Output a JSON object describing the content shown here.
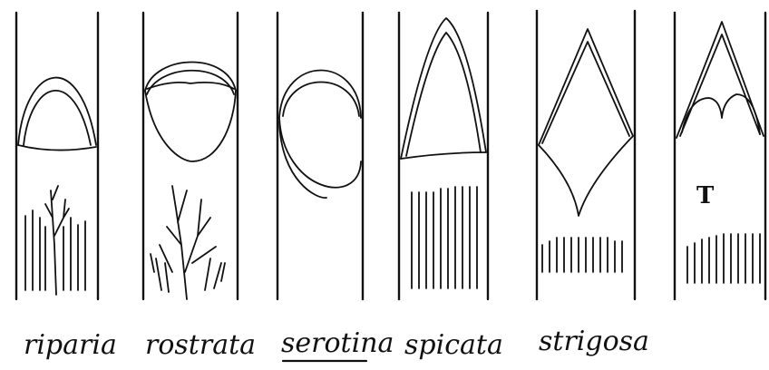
{
  "labels": {
    "riparia": "riparia",
    "rostrata": "rostrata",
    "serotina": "serotina",
    "spicata": "spicata",
    "strigosa": "strigosa"
  },
  "panel6_mark": "T"
}
